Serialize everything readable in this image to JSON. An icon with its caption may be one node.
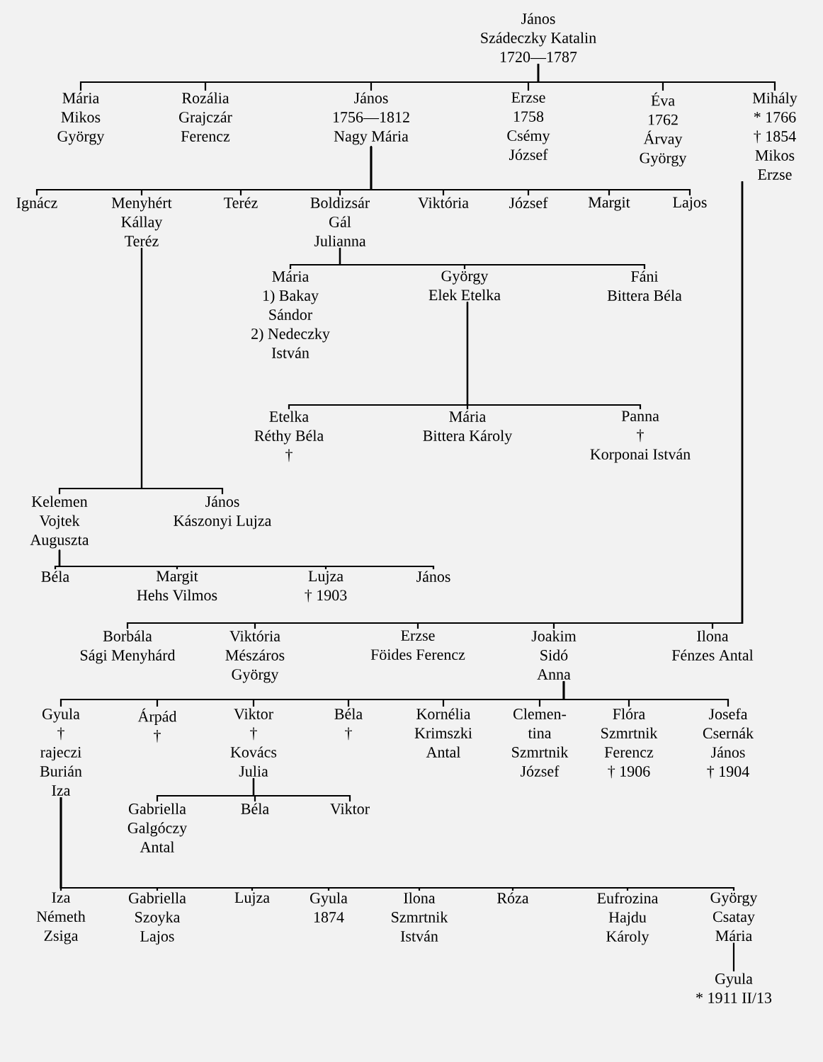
{
  "diagram": {
    "nodes": [
      {
        "text": [
          "János",
          "Szádeczky Katalin",
          "1720—1787"
        ]
      },
      {
        "text": [
          "Mária",
          "Mikos",
          "György"
        ]
      },
      {
        "text": [
          "Rozália",
          "Grajczár",
          "Ferencz"
        ]
      },
      {
        "text": [
          "János",
          "1756—1812",
          "Nagy Mária"
        ]
      },
      {
        "text": [
          "Erzse",
          "1758",
          "Csémy",
          "József"
        ]
      },
      {
        "text": [
          "Éva",
          "1762",
          "Árvay",
          "György"
        ]
      },
      {
        "text": [
          "Mihály",
          "* 1766",
          "† 1854",
          "Mikos",
          "Erzse"
        ]
      },
      {
        "text": [
          "Ignácz"
        ]
      },
      {
        "text": [
          "Menyhért",
          "Kállay",
          "Teréz"
        ]
      },
      {
        "text": [
          "Teréz"
        ]
      },
      {
        "text": [
          "Boldizsár",
          "Gál",
          "Julianna"
        ]
      },
      {
        "text": [
          "Viktória"
        ]
      },
      {
        "text": [
          "József"
        ]
      },
      {
        "text": [
          "Margit"
        ]
      },
      {
        "text": [
          "Lajos"
        ]
      },
      {
        "text": [
          "Mária",
          "1) Bakay",
          "Sándor",
          "2) Nedeczky",
          "István"
        ]
      },
      {
        "text": [
          "György",
          "Elek Etelka"
        ]
      },
      {
        "text": [
          "Fáni",
          "Bittera Béla"
        ]
      },
      {
        "text": [
          "Etelka",
          "Réthy Béla",
          "†"
        ]
      },
      {
        "text": [
          "Mária",
          "Bittera Károly"
        ]
      },
      {
        "text": [
          "Panna",
          "†",
          "Korponai István"
        ]
      },
      {
        "text": [
          "Kelemen",
          "Vojtek",
          "Auguszta"
        ]
      },
      {
        "text": [
          "János",
          "Kászonyi Lujza"
        ]
      },
      {
        "text": [
          "Béla"
        ]
      },
      {
        "text": [
          "Margit",
          "Hehs Vilmos"
        ]
      },
      {
        "text": [
          "Lujza",
          "† 1903"
        ]
      },
      {
        "text": [
          "János"
        ]
      },
      {
        "text": [
          "Borbála",
          "Sági Menyhárd"
        ]
      },
      {
        "text": [
          "Viktória",
          "Mészáros",
          "György"
        ]
      },
      {
        "text": [
          "Erzse",
          "Föides Ferencz"
        ]
      },
      {
        "text": [
          "Joakim",
          "Sidó",
          "Anna"
        ]
      },
      {
        "text": [
          "Ilona",
          "Fénzes Antal"
        ]
      },
      {
        "text": [
          "Gyula",
          "†",
          "rajeczi",
          "Burián",
          "Iza"
        ]
      },
      {
        "text": [
          "Árpád",
          "†"
        ]
      },
      {
        "text": [
          "Viktor",
          "†",
          "Kovács",
          "Julia"
        ]
      },
      {
        "text": [
          "Béla",
          "†"
        ]
      },
      {
        "text": [
          "Kornélia",
          "Krimszki",
          "Antal"
        ]
      },
      {
        "text": [
          "Clemen-",
          "tina",
          "Szmrtnik",
          "József"
        ]
      },
      {
        "text": [
          "Flóra",
          "Szmrtnik",
          "Ferencz",
          "† 1906"
        ]
      },
      {
        "text": [
          "Josefa",
          "Csernák",
          "János",
          "† 1904"
        ]
      },
      {
        "text": [
          "Gabriella",
          "Galgóczy",
          "Antal"
        ]
      },
      {
        "text": [
          "Béla"
        ]
      },
      {
        "text": [
          "Viktor"
        ]
      },
      {
        "text": [
          "Iza",
          "Németh",
          "Zsiga"
        ]
      },
      {
        "text": [
          "Gabriella",
          "Szoyka",
          "Lajos"
        ]
      },
      {
        "text": [
          "Lujza"
        ]
      },
      {
        "text": [
          "Gyula",
          "1874"
        ]
      },
      {
        "text": [
          "Ilona",
          "Szmrtnik",
          "István"
        ]
      },
      {
        "text": [
          "Róza"
        ]
      },
      {
        "text": [
          "Eufrozina",
          "Hajdu",
          "Károly"
        ]
      },
      {
        "text": [
          "György",
          "Csatay",
          "Mária"
        ]
      },
      {
        "text": [
          "Gyula",
          "* 1911 II/13"
        ]
      }
    ],
    "edges": [
      {
        "from": 0,
        "to": 1,
        "arrow": "none"
      },
      {
        "from": 0,
        "to": 2,
        "arrow": "none"
      },
      {
        "from": 0,
        "to": 3,
        "arrow": "none"
      },
      {
        "from": 0,
        "to": 4,
        "arrow": "none"
      },
      {
        "from": 0,
        "to": 5,
        "arrow": "none"
      },
      {
        "from": 0,
        "to": 6,
        "arrow": "none"
      },
      {
        "from": 3,
        "to": 7,
        "arrow": "none"
      },
      {
        "from": 3,
        "to": 8,
        "arrow": "none"
      },
      {
        "from": 3,
        "to": 9,
        "arrow": "none"
      },
      {
        "from": 3,
        "to": 10,
        "arrow": "none"
      },
      {
        "from": 3,
        "to": 11,
        "arrow": "none"
      },
      {
        "from": 3,
        "to": 12,
        "arrow": "none"
      },
      {
        "from": 3,
        "to": 13,
        "arrow": "none"
      },
      {
        "from": 3,
        "to": 14,
        "arrow": "none"
      },
      {
        "from": 10,
        "to": 15,
        "arrow": "none"
      },
      {
        "from": 10,
        "to": 16,
        "arrow": "none"
      },
      {
        "from": 10,
        "to": 17,
        "arrow": "none"
      },
      {
        "from": 16,
        "to": 18,
        "arrow": "none"
      },
      {
        "from": 16,
        "to": 19,
        "arrow": "none"
      },
      {
        "from": 16,
        "to": 20,
        "arrow": "none"
      },
      {
        "from": 8,
        "to": 21,
        "arrow": "none"
      },
      {
        "from": 8,
        "to": 22,
        "arrow": "none"
      },
      {
        "from": 21,
        "to": 23,
        "arrow": "none"
      },
      {
        "from": 21,
        "to": 24,
        "arrow": "none"
      },
      {
        "from": 21,
        "to": 25,
        "arrow": "none"
      },
      {
        "from": 21,
        "to": 26,
        "arrow": "none"
      },
      {
        "from": 6,
        "to": 27,
        "arrow": "none"
      },
      {
        "from": 6,
        "to": 28,
        "arrow": "none"
      },
      {
        "from": 6,
        "to": 29,
        "arrow": "none"
      },
      {
        "from": 6,
        "to": 30,
        "arrow": "none"
      },
      {
        "from": 6,
        "to": 31,
        "arrow": "none"
      },
      {
        "from": 30,
        "to": 32,
        "arrow": "none"
      },
      {
        "from": 30,
        "to": 33,
        "arrow": "none"
      },
      {
        "from": 30,
        "to": 34,
        "arrow": "none"
      },
      {
        "from": 30,
        "to": 35,
        "arrow": "none"
      },
      {
        "from": 30,
        "to": 36,
        "arrow": "none"
      },
      {
        "from": 30,
        "to": 37,
        "arrow": "none"
      },
      {
        "from": 30,
        "to": 38,
        "arrow": "none"
      },
      {
        "from": 30,
        "to": 39,
        "arrow": "none"
      },
      {
        "from": 34,
        "to": 40,
        "arrow": "none"
      },
      {
        "from": 34,
        "to": 41,
        "arrow": "none"
      },
      {
        "from": 34,
        "to": 42,
        "arrow": "none"
      },
      {
        "from": 32,
        "to": 43,
        "arrow": "none"
      },
      {
        "from": 32,
        "to": 44,
        "arrow": "none"
      },
      {
        "from": 32,
        "to": 45,
        "arrow": "none"
      },
      {
        "from": 32,
        "to": 46,
        "arrow": "none"
      },
      {
        "from": 32,
        "to": 47,
        "arrow": "none"
      },
      {
        "from": 32,
        "to": 48,
        "arrow": "none"
      },
      {
        "from": 32,
        "to": 49,
        "arrow": "none"
      },
      {
        "from": 32,
        "to": 50,
        "arrow": "none"
      },
      {
        "from": 50,
        "to": 51,
        "arrow": "none"
      }
    ]
  }
}
